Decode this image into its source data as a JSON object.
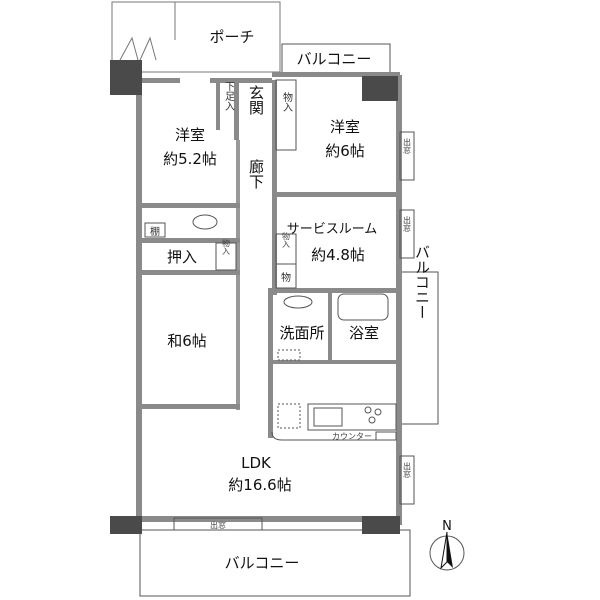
{
  "plan": {
    "porch": "ポーチ",
    "balcony_top": "バルコニー",
    "balcony_right": "バルコニー",
    "balcony_bottom": "バルコニー",
    "genkan": "玄関",
    "shoe_storage": "下足入",
    "western_room_1": {
      "name": "洋室",
      "size": "約5.2帖"
    },
    "western_room_2": {
      "name": "洋室",
      "size": "約6帖"
    },
    "corridor": "廊下",
    "service_room": {
      "name": "サービスルーム",
      "size": "約4.8帖"
    },
    "closet": "物入",
    "closet_2": "物入",
    "closet_3": "物入",
    "closet_small": "物",
    "shelf": "棚",
    "oshiire": "押入",
    "japanese_room": "和6帖",
    "washroom": "洗面所",
    "bathroom": "浴室",
    "counter": "カウンター",
    "ldk": {
      "name": "LDK",
      "size": "約16.6帖"
    },
    "bay_window": "出窓",
    "bay_window_side": "出窓",
    "north": "N"
  }
}
